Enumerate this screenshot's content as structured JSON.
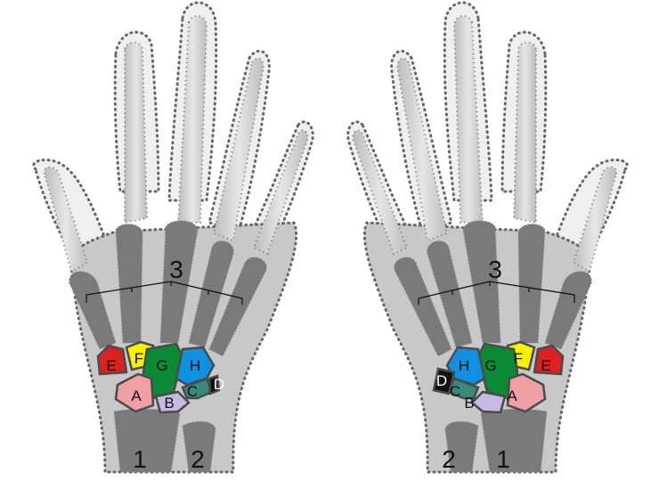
{
  "figure": {
    "subject": "Hand X-ray diagram showing carpal bones (left and right hands)",
    "colors": {
      "background": "#ffffff",
      "soft_tissue": "#c8c8c8",
      "finger_tissue": "#eeeeee",
      "bone_light": "#d8d8d8",
      "bone_dark": "#7a7a7a",
      "outline_dots": "#666666",
      "carpal_border": "#4a4a4a"
    },
    "carpals": [
      {
        "id": "A",
        "color": "#f0a0a4"
      },
      {
        "id": "B",
        "color": "#c4bce0"
      },
      {
        "id": "C",
        "color": "#3a8a7c"
      },
      {
        "id": "D",
        "color": "#111111"
      },
      {
        "id": "E",
        "color": "#dd2020"
      },
      {
        "id": "F",
        "color": "#f8f000"
      },
      {
        "id": "G",
        "color": "#0a8a34"
      },
      {
        "id": "H",
        "color": "#1090e0"
      }
    ],
    "left_hand": {
      "labels": {
        "A": "A",
        "B": "B",
        "C": "C",
        "D": "D",
        "E": "E",
        "F": "F",
        "G": "G",
        "H": "H",
        "radius": "1",
        "ulna": "2",
        "metacarpals": "3"
      }
    },
    "right_hand": {
      "labels": {
        "A": "A",
        "B": "B",
        "C": "C",
        "D": "D",
        "E": "E",
        "F": "F",
        "G": "G",
        "H": "H",
        "radius": "1",
        "ulna": "2",
        "metacarpals": "3"
      }
    }
  }
}
